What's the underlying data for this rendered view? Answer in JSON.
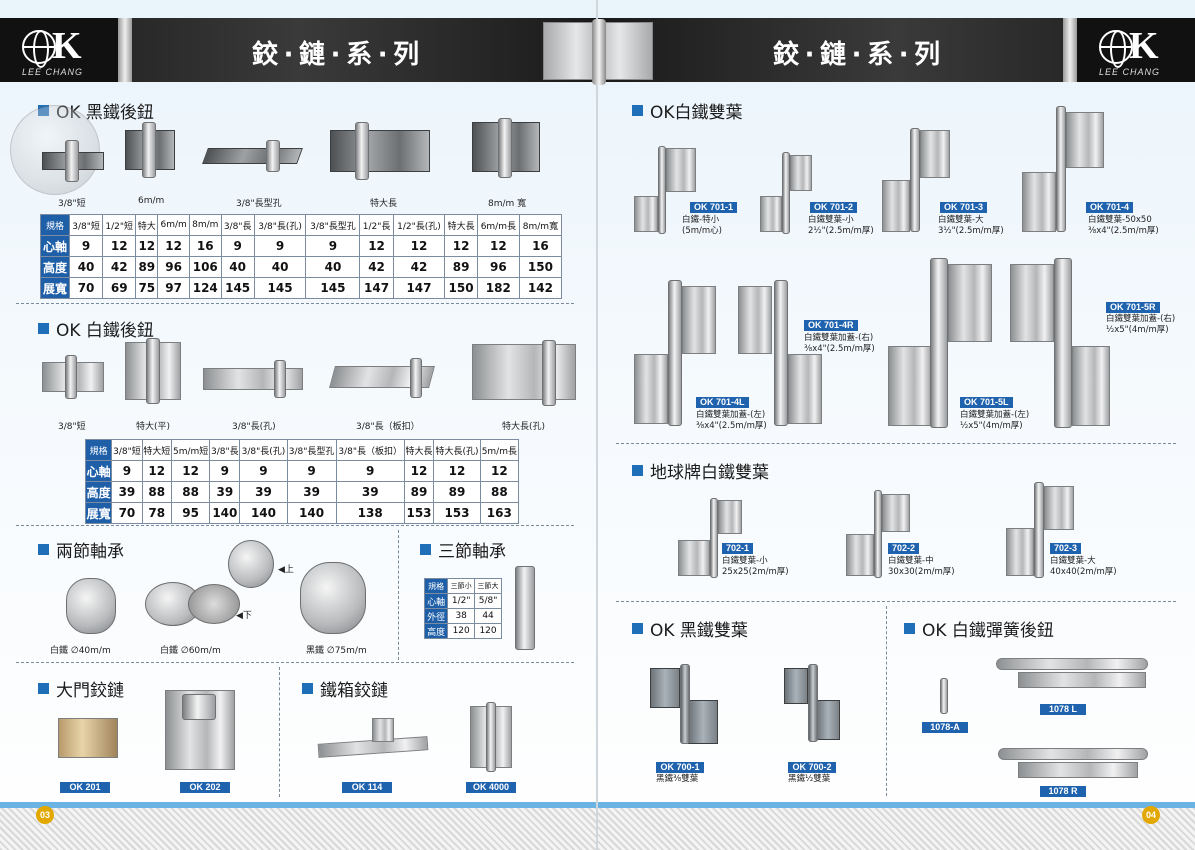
{
  "brand": {
    "logo_letters": "K",
    "logo_sub": "LEE CHANG",
    "reg": "®"
  },
  "header": {
    "left_title": "鉸‧鏈‧系‧列",
    "right_title": "鉸‧鏈‧系‧列"
  },
  "left": {
    "sec1": {
      "title": "OK 黑鐵後鈕",
      "captions": [
        "3/8\"短",
        "6m/m",
        "3/8\"長型孔",
        "特大長",
        "8m/m 寬"
      ],
      "table": {
        "head": [
          "規格",
          "3/8\"短",
          "1/2\"短",
          "特大",
          "6m/m",
          "8m/m",
          "3/8\"長",
          "3/8\"長(孔)",
          "3/8\"長型孔",
          "1/2\"長",
          "1/2\"長(孔)",
          "特大長",
          "6m/m長",
          "8m/m寬"
        ],
        "rows": [
          {
            "label": "心軸",
            "values": [
              "9",
              "12",
              "12",
              "12",
              "16",
              "9",
              "9",
              "9",
              "12",
              "12",
              "12",
              "12",
              "16"
            ]
          },
          {
            "label": "高度",
            "values": [
              "40",
              "42",
              "89",
              "96",
              "106",
              "40",
              "40",
              "40",
              "42",
              "42",
              "89",
              "96",
              "150"
            ]
          },
          {
            "label": "展寬",
            "values": [
              "70",
              "69",
              "75",
              "97",
              "124",
              "145",
              "145",
              "145",
              "147",
              "147",
              "150",
              "182",
              "142"
            ]
          }
        ]
      }
    },
    "sec2": {
      "title": "OK 白鐵後鈕",
      "captions": [
        "3/8\"短",
        "特大(平)",
        "3/8\"長(孔)",
        "3/8\"長（板扣）",
        "特大長(孔)"
      ],
      "table": {
        "head": [
          "規格",
          "3/8\"短",
          "特大短",
          "5m/m短",
          "3/8\"長",
          "3/8\"長(孔)",
          "3/8\"長型孔",
          "3/8\"長（板扣）",
          "特大長",
          "特大長(孔)",
          "5m/m長"
        ],
        "rows": [
          {
            "label": "心軸",
            "values": [
              "9",
              "12",
              "12",
              "9",
              "9",
              "9",
              "9",
              "12",
              "12",
              "12"
            ]
          },
          {
            "label": "高度",
            "values": [
              "39",
              "88",
              "88",
              "39",
              "39",
              "39",
              "39",
              "89",
              "89",
              "88"
            ]
          },
          {
            "label": "展寬",
            "values": [
              "70",
              "78",
              "95",
              "140",
              "140",
              "140",
              "138",
              "153",
              "153",
              "163"
            ]
          }
        ]
      }
    },
    "sec3": {
      "title": "兩節軸承",
      "captions": [
        "白鐵 ∅40m/m",
        "白鐵 ∅60m/m",
        "黑鐵 ∅75m/m"
      ],
      "up": "◀上",
      "down": "◀下"
    },
    "sec4": {
      "title": "三節軸承",
      "table": {
        "head": [
          "規格",
          "三節小",
          "三節大"
        ],
        "rows": [
          {
            "label": "心軸",
            "values": [
              "1/2\"",
              "5/8\""
            ]
          },
          {
            "label": "外徑",
            "values": [
              "38",
              "44"
            ]
          },
          {
            "label": "高度",
            "values": [
              "120",
              "120"
            ]
          }
        ]
      }
    },
    "sec5": {
      "title": "大門鉸鏈",
      "tags": [
        "OK 201",
        "OK 202"
      ]
    },
    "sec6": {
      "title": "鐵箱鉸鏈",
      "tags": [
        "OK 114",
        "OK 4000"
      ]
    },
    "page_no": "03"
  },
  "right": {
    "sec1": {
      "title": "OK白鐵雙葉",
      "items": [
        {
          "tag": "OK 701-1",
          "line1": "白鐵-特小",
          "line2": "(5m/m心)"
        },
        {
          "tag": "OK 701-2",
          "line1": "白鐵雙葉-小",
          "line2": "2½\"(2.5m/m厚)"
        },
        {
          "tag": "OK 701-3",
          "line1": "白鐵雙葉-大",
          "line2": "3½\"(2.5m/m厚)"
        },
        {
          "tag": "OK 701-4",
          "line1": "白鐵雙葉-50x50",
          "line2": "⅜x4\"(2.5m/m厚)"
        },
        {
          "tag": "OK 701-4R",
          "line1": "白鐵雙葉加蓋-(右)",
          "line2": "⅜x4\"(2.5m/m厚)"
        },
        {
          "tag": "OK 701-5R",
          "line1": "白鐵雙葉加蓋-(右)",
          "line2": "½x5\"(4m/m厚)"
        },
        {
          "tag": "OK 701-4L",
          "line1": "白鐵雙葉加蓋-(左)",
          "line2": "⅜x4\"(2.5m/m厚)"
        },
        {
          "tag": "OK 701-5L",
          "line1": "白鐵雙葉加蓋-(左)",
          "line2": "½x5\"(4m/m厚)"
        }
      ]
    },
    "sec2": {
      "title": "地球牌白鐵雙葉",
      "items": [
        {
          "tag": "702-1",
          "line1": "白鐵雙葉-小",
          "line2": "25x25(2m/m厚)"
        },
        {
          "tag": "702-2",
          "line1": "白鐵雙葉-中",
          "line2": "30x30(2m/m厚)"
        },
        {
          "tag": "702-3",
          "line1": "白鐵雙葉-大",
          "line2": "40x40(2m/m厚)"
        }
      ]
    },
    "sec3": {
      "title": "OK 黑鐵雙葉",
      "items": [
        {
          "tag": "OK 700-1",
          "line1": "黑鐵⅜雙葉"
        },
        {
          "tag": "OK 700-2",
          "line1": "黑鐵½雙葉"
        }
      ]
    },
    "sec4": {
      "title": "OK 白鐵彈簧後鈕",
      "tags": [
        "1078-A",
        "1078 L",
        "1078 R"
      ]
    },
    "page_no": "04"
  }
}
